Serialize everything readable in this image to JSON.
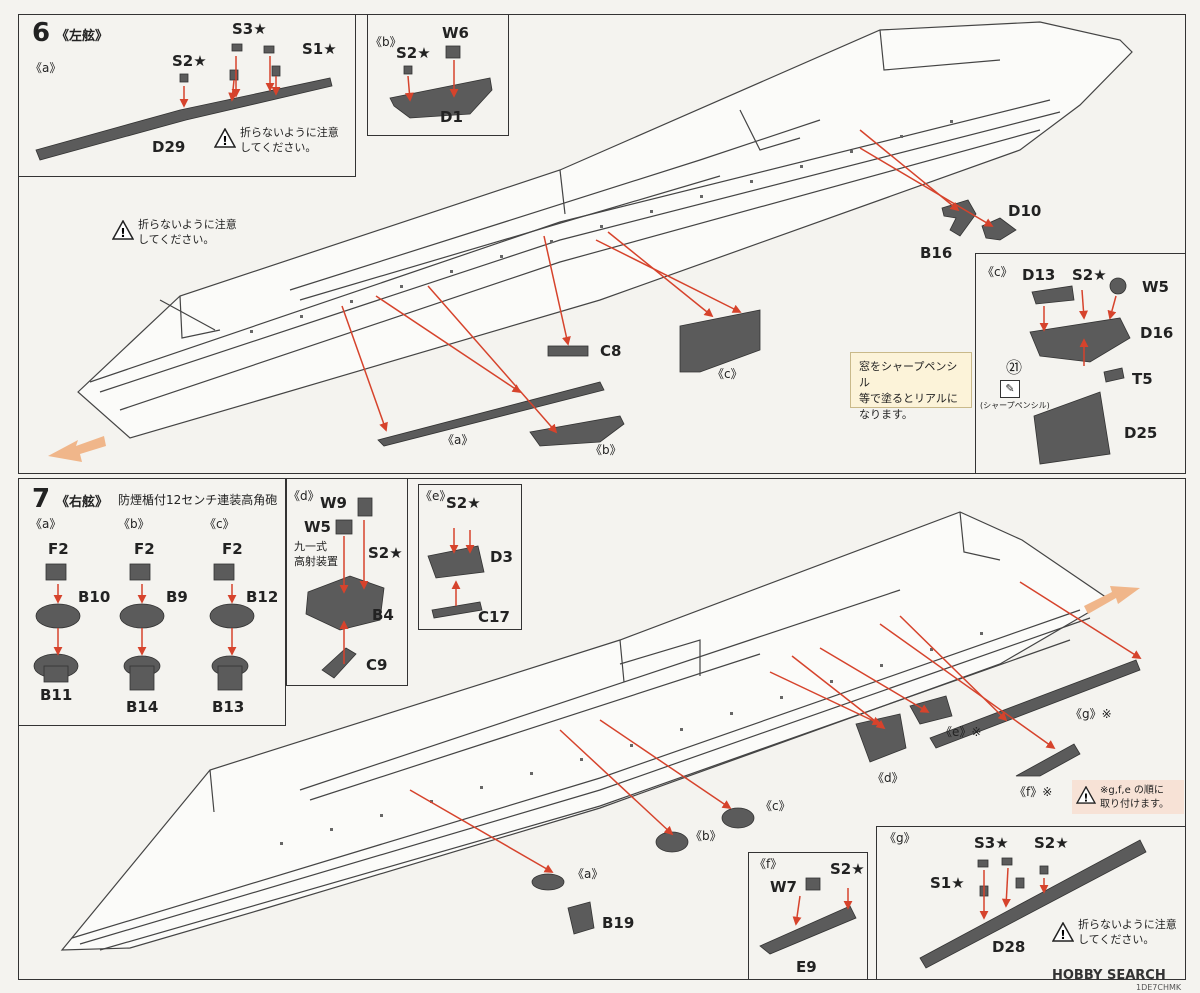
{
  "step6": {
    "number": "6",
    "title": "《左舷》",
    "warn_main": "折らないように注意\nしてください。",
    "sub_a": {
      "tag": "《a》",
      "warn": "折らないように注意\nしてください。",
      "s2": "S2★",
      "s3": "S3★",
      "s1": "S1★",
      "d29": "D29"
    },
    "sub_b": {
      "tag": "《b》",
      "s2": "S2★",
      "w6": "W6",
      "d1": "D1"
    },
    "sub_c": {
      "tag": "《c》",
      "d13": "D13",
      "s2": "S2★",
      "w5": "W5",
      "d16": "D16",
      "circ21": "㉑",
      "t5": "T5",
      "d25": "D25",
      "pencil_caption": "(シャープペンシル)"
    },
    "tip": "窓をシャープペンシル\n等で塗るとリアルに\nなります。",
    "labels": {
      "d10": "D10",
      "b16": "B16",
      "c8": "C8",
      "c": "《c》",
      "a": "《a》",
      "b": "《b》"
    }
  },
  "step7": {
    "number": "7",
    "title": "《右舷》",
    "subtitle": "防煙楯付12センチ連装高角砲",
    "sub_a": {
      "tag": "《a》",
      "f2": "F2",
      "b10": "B10",
      "b11": "B11"
    },
    "sub_b": {
      "tag": "《b》",
      "f2": "F2",
      "b9": "B9",
      "b14": "B14"
    },
    "sub_c": {
      "tag": "《c》",
      "f2": "F2",
      "b12": "B12",
      "b13": "B13"
    },
    "sub_d": {
      "tag": "《d》",
      "w9": "W9",
      "w5": "W5",
      "type91": "九一式\n高射装置",
      "s2": "S2★",
      "b4": "B4",
      "c9": "C9"
    },
    "sub_e": {
      "tag": "《e》",
      "s2": "S2★",
      "d3": "D3",
      "c17": "C17"
    },
    "sub_f": {
      "tag": "《f》",
      "w7": "W7",
      "s2": "S2★",
      "e9": "E9"
    },
    "sub_g": {
      "tag": "《g》",
      "s3": "S3★",
      "s2": "S2★",
      "s1": "S1★",
      "d28": "D28",
      "warn": "折らないように注意\nしてください。"
    },
    "order_note": "※g,f,e の順に\n取り付けます。",
    "labels": {
      "g": "《g》※",
      "e": "《e》※",
      "d": "《d》",
      "f": "《f》※",
      "c": "《c》",
      "b": "《b》",
      "a": "《a》",
      "b19": "B19"
    }
  },
  "footer": {
    "brand": "HOBBY SEARCH",
    "code": "1DE7CHMK"
  },
  "colors": {
    "part": "#5b5b5b",
    "arrow": "#d6432c",
    "hull_line": "#444444",
    "tip_bg": "#fcf3d9",
    "warn_bg": "#f7e2d6",
    "direction_arrow": "#f0b68a"
  },
  "icons": [
    "warning-icon",
    "pencil-icon",
    "direction-arrow"
  ]
}
